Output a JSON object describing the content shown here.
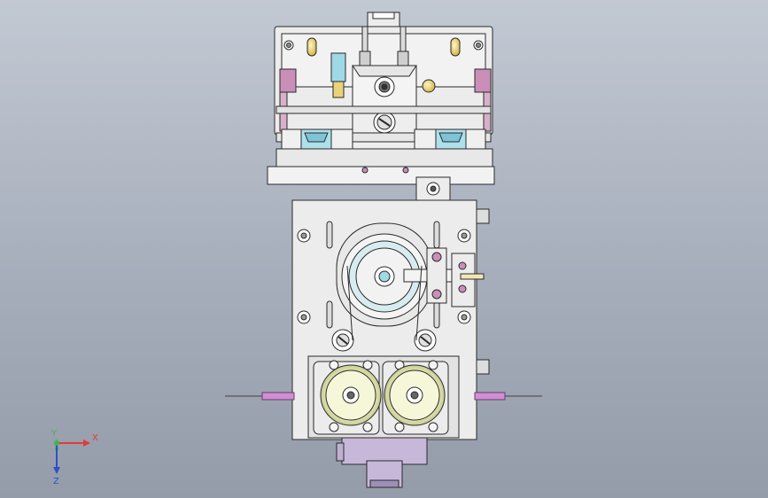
{
  "viewport": {
    "background_top": "#c2c9d3",
    "background_bottom": "#949ca9"
  },
  "model": {
    "body_color": "#ececec",
    "outline_color": "#2a2a2a",
    "accent_pink": "#c98fb8",
    "accent_purple": "#c7b8da",
    "accent_cyan": "#9fd9e6",
    "brass_color": "#e8d27a",
    "roller_color": "#eef0c4"
  },
  "triad": {
    "x_label": "X",
    "y_label": "Y",
    "z_label": "Z",
    "x_color": "#e03a3a",
    "y_color": "#3fb34f",
    "z_color": "#2e4fc9"
  }
}
